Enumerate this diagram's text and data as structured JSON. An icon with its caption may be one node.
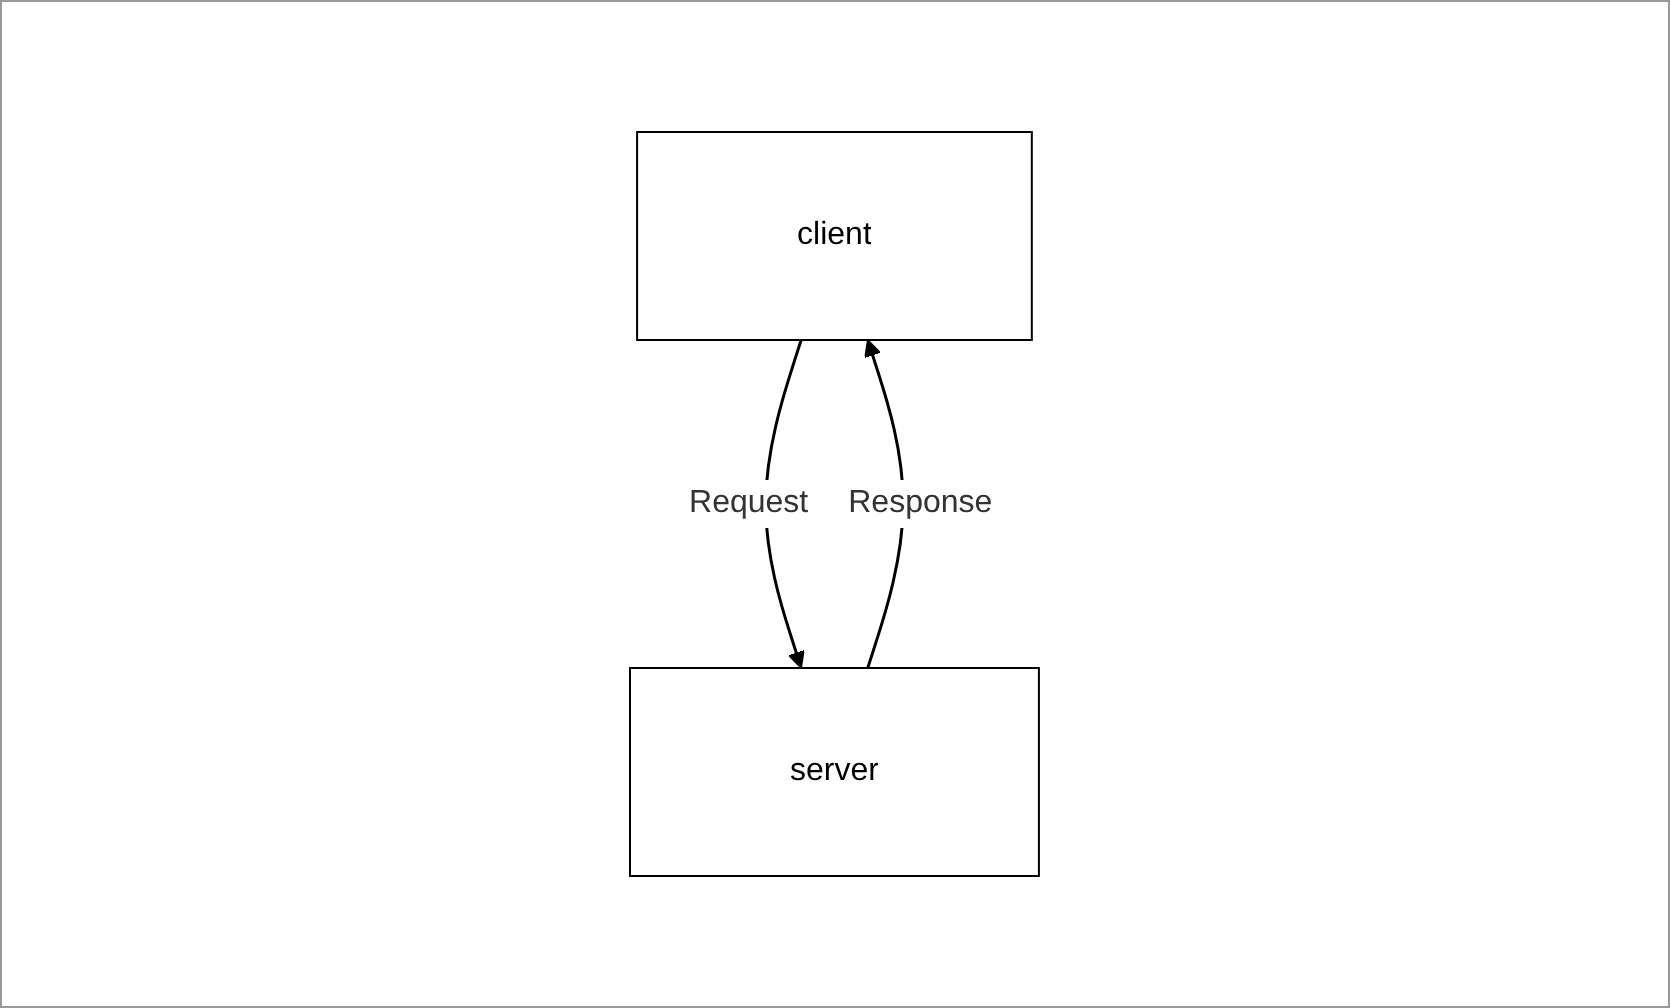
{
  "diagram": {
    "nodes": [
      {
        "text": [
          "client"
        ]
      },
      {
        "text": [
          "server"
        ]
      }
    ],
    "edges": [
      {
        "from": 0,
        "to": 1,
        "arrow": "to",
        "label": "Request"
      },
      {
        "from": 1,
        "to": 0,
        "arrow": "to",
        "label": "Response"
      }
    ]
  }
}
